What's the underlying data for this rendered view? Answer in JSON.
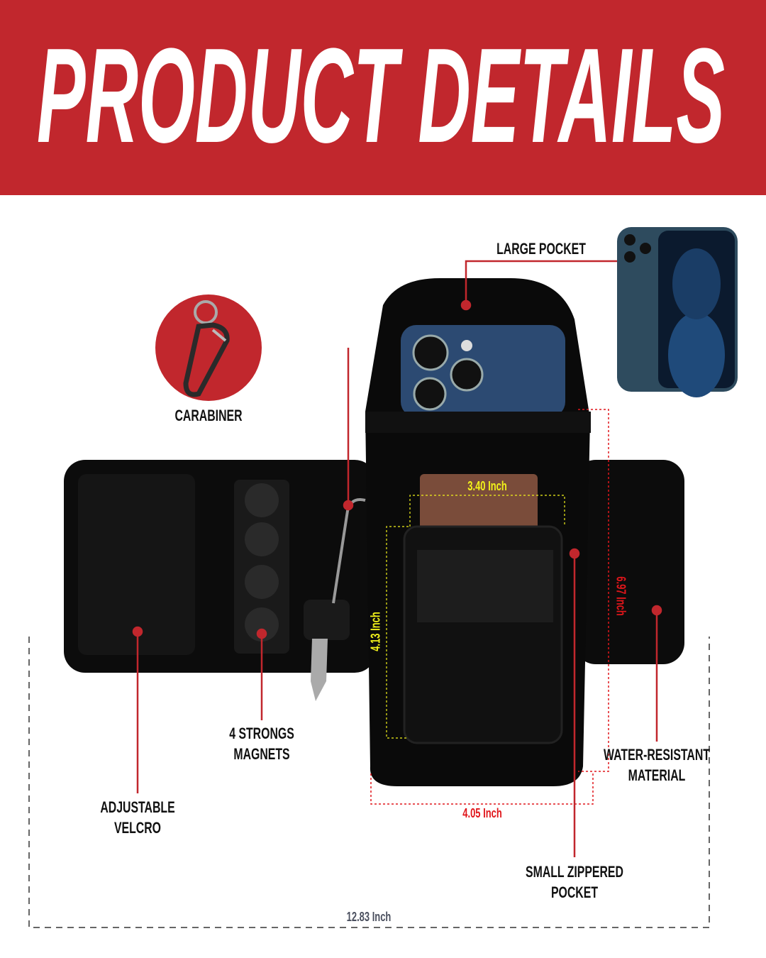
{
  "header": {
    "title": "PRODUCT DETAILS",
    "background": "#c1272d"
  },
  "callouts": {
    "large_pocket": "LARGE POCKET",
    "carabiner": "CARABINER",
    "magnets": [
      "4 STRONGS",
      "MAGNETS"
    ],
    "velcro": [
      "ADJUSTABLE",
      "VELCRO"
    ],
    "water_resistant": [
      "WATER-RESISTANT",
      "MATERIAL"
    ],
    "small_pocket": [
      "SMALL ZIPPERED",
      "POCKET"
    ]
  },
  "dimensions": {
    "card_width": "3.40 Inch",
    "small_pocket_height": "4.13 Inch",
    "pouch_height": "6.97 Inch",
    "pouch_width": "4.05 Inch",
    "total_length": "12.83 Inch"
  },
  "colors": {
    "accent": "#c1272d",
    "yellow": "#f2f21a",
    "red_dim": "#e0161b",
    "gray_dim": "#4a4f5e"
  }
}
